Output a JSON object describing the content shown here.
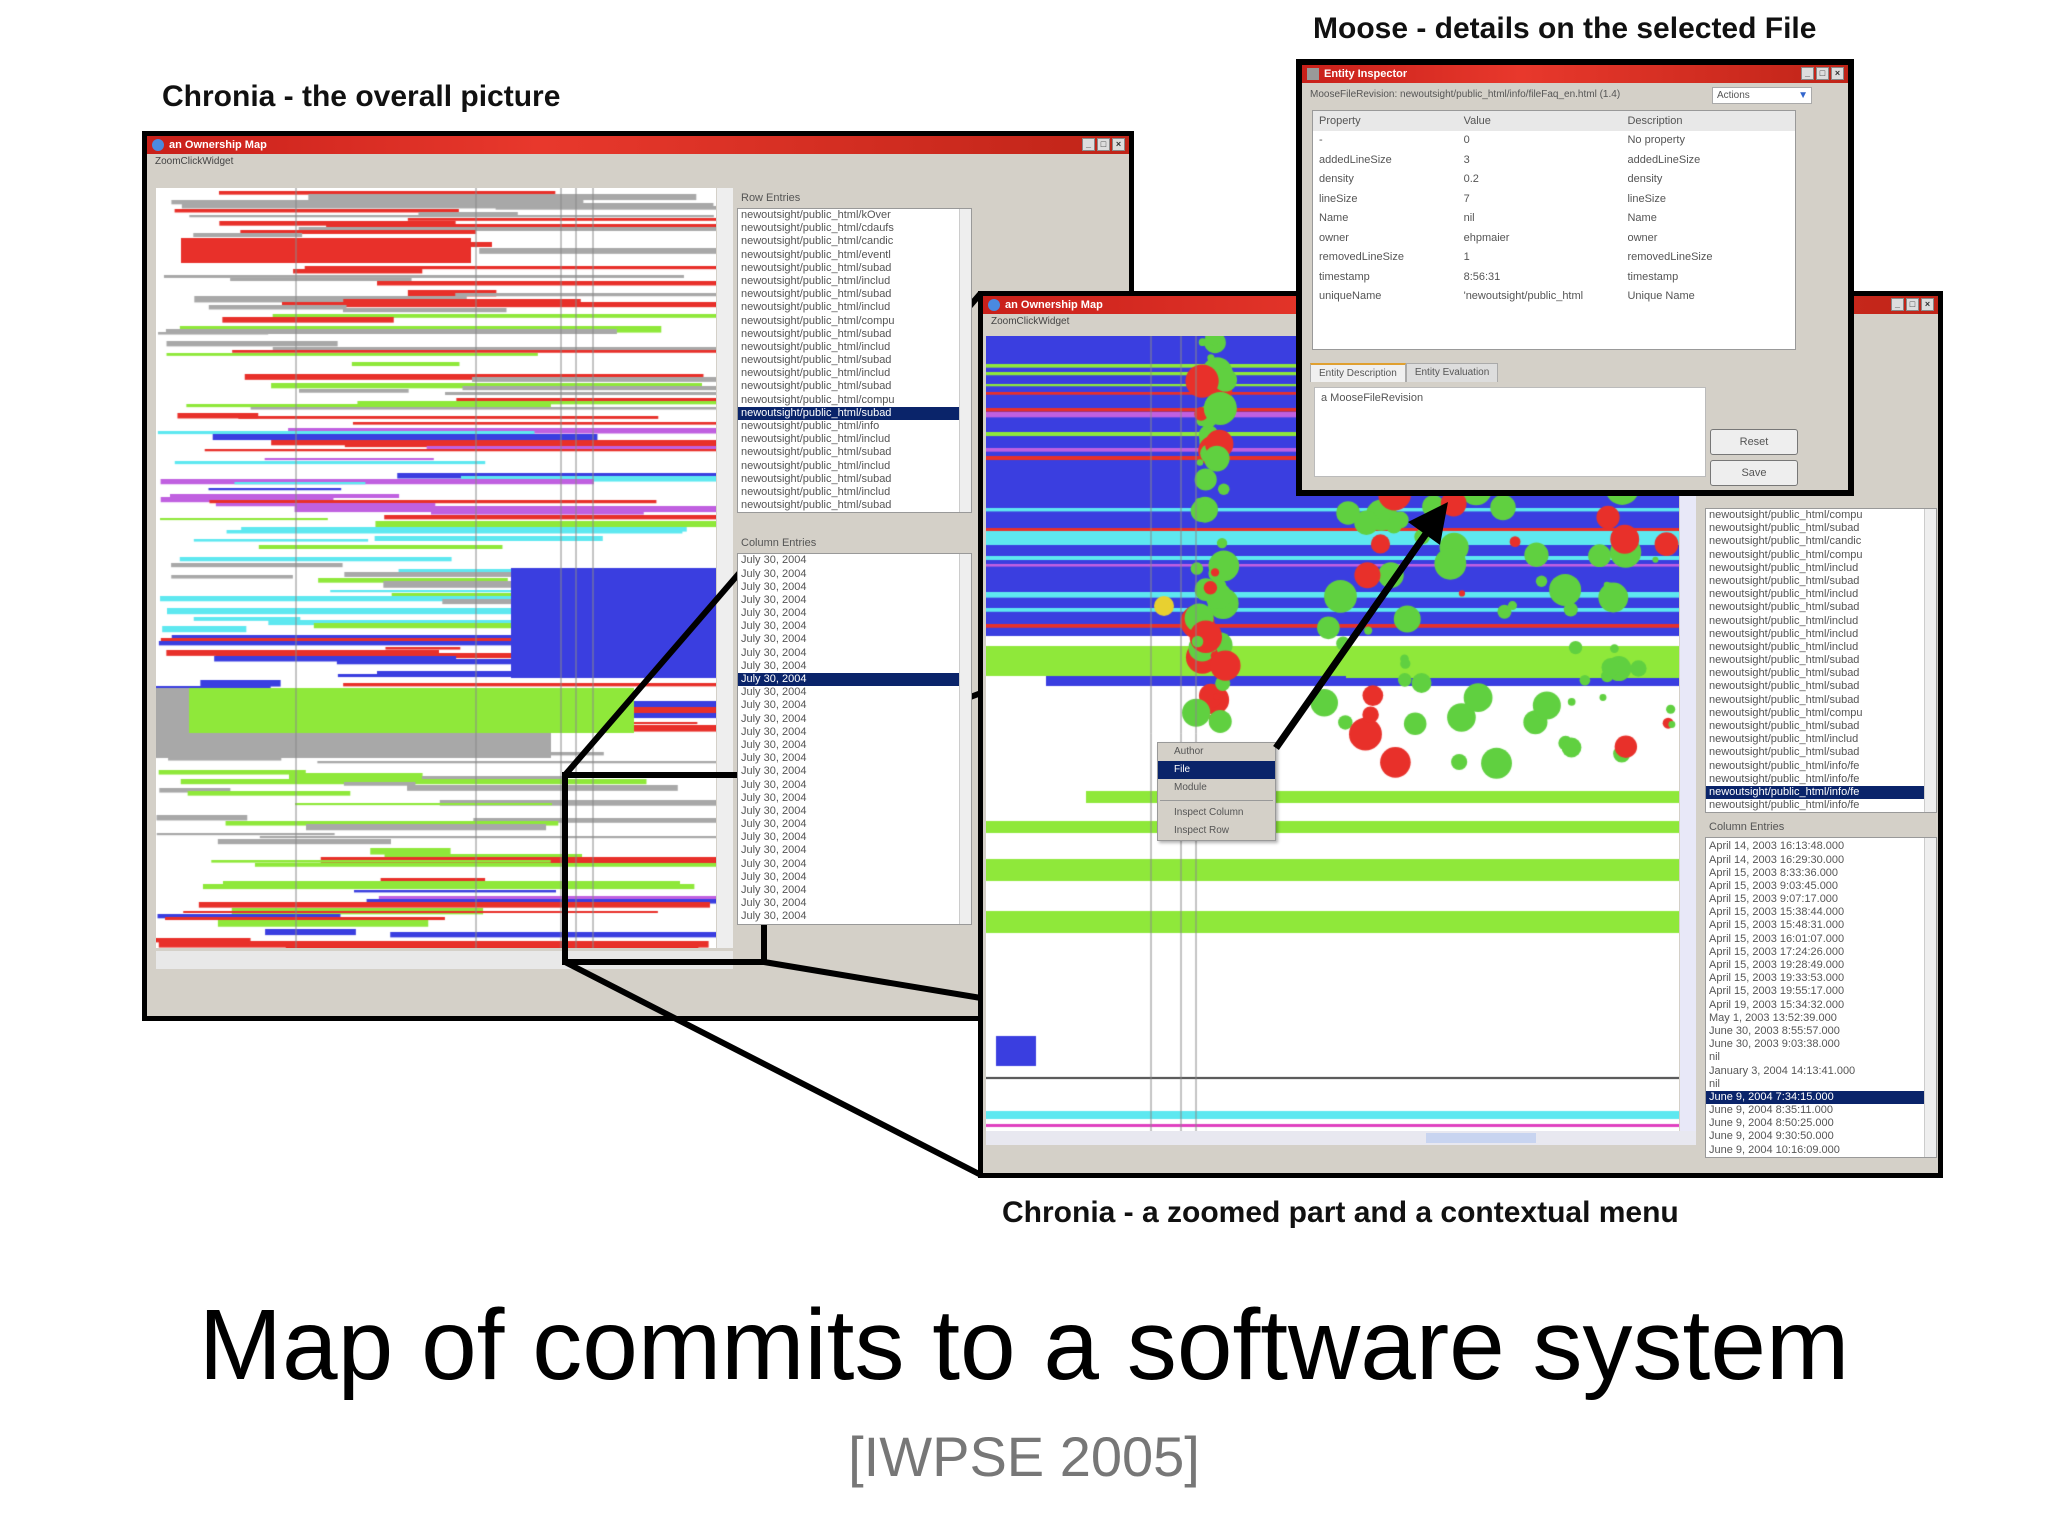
{
  "labels": {
    "moose": "Moose - details on the selected File",
    "overall": "Chronia - the overall picture",
    "zoomed": "Chronia - a zoomed part and a contextual menu"
  },
  "slide": {
    "title": "Map of commits to a software system",
    "citation": "[IWPSE 2005]"
  },
  "colors": {
    "titlebar": "#d42a1e",
    "selection": "#0a246a",
    "map_red": "#e8302a",
    "map_blue": "#3a3ee0",
    "map_green": "#8fe83a",
    "map_cyan": "#5ee8f0",
    "map_gray": "#a8a8a8"
  },
  "overview_window": {
    "title": "an Ownership Map",
    "menu": "ZoomClickWidget",
    "row_entries_label": "Row Entries",
    "row_entries": [
      "newoutsight/public_html/kOver",
      "newoutsight/public_html/cdaufs",
      "newoutsight/public_html/candic",
      "newoutsight/public_html/eventl",
      "newoutsight/public_html/subad",
      "newoutsight/public_html/includ",
      "newoutsight/public_html/subad",
      "newoutsight/public_html/includ",
      "newoutsight/public_html/compu",
      "newoutsight/public_html/subad",
      "newoutsight/public_html/includ",
      "newoutsight/public_html/subad",
      "newoutsight/public_html/includ",
      "newoutsight/public_html/subad",
      "newoutsight/public_html/compu",
      "newoutsight/public_html/subad",
      "newoutsight/public_html/info",
      "newoutsight/public_html/includ",
      "newoutsight/public_html/subad",
      "newoutsight/public_html/includ",
      "newoutsight/public_html/subad",
      "newoutsight/public_html/includ",
      "newoutsight/public_html/subad"
    ],
    "row_selected": 15,
    "column_entries_label": "Column Entries",
    "column_entries": [
      "July 30, 2004",
      "July 30, 2004",
      "July 30, 2004",
      "July 30, 2004",
      "July 30, 2004",
      "July 30, 2004",
      "July 30, 2004",
      "July 30, 2004",
      "July 30, 2004",
      "July 30, 2004",
      "July 30, 2004",
      "July 30, 2004",
      "July 30, 2004",
      "July 30, 2004",
      "July 30, 2004",
      "July 30, 2004",
      "July 30, 2004",
      "July 30, 2004",
      "July 30, 2004",
      "July 30, 2004",
      "July 30, 2004",
      "July 30, 2004",
      "July 30, 2004",
      "July 30, 2004",
      "July 30, 2004",
      "July 30, 2004",
      "July 30, 2004",
      "July 30, 2004"
    ],
    "column_selected": 9
  },
  "zoom_window": {
    "title": "an Ownership Map",
    "menu": "ZoomClickWidget",
    "row_entries": [
      "newoutsight/public_html/compu",
      "newoutsight/public_html/subad",
      "newoutsight/public_html/candic",
      "newoutsight/public_html/compu",
      "newoutsight/public_html/includ",
      "newoutsight/public_html/subad",
      "newoutsight/public_html/includ",
      "newoutsight/public_html/subad",
      "newoutsight/public_html/includ",
      "newoutsight/public_html/includ",
      "newoutsight/public_html/includ",
      "newoutsight/public_html/subad",
      "newoutsight/public_html/subad",
      "newoutsight/public_html/subad",
      "newoutsight/public_html/subad",
      "newoutsight/public_html/compu",
      "newoutsight/public_html/subad",
      "newoutsight/public_html/includ",
      "newoutsight/public_html/subad",
      "newoutsight/public_html/info/fe",
      "newoutsight/public_html/info/fe",
      "newoutsight/public_html/info/fe",
      "newoutsight/public_html/info/fe"
    ],
    "row_selected": 21,
    "column_entries_label": "Column Entries",
    "column_entries": [
      "April 14, 2003 16:13:48.000",
      "April 14, 2003 16:29:30.000",
      "April 15, 2003 8:33:36.000",
      "April 15, 2003 9:03:45.000",
      "April 15, 2003 9:07:17.000",
      "April 15, 2003 15:38:44.000",
      "April 15, 2003 15:48:31.000",
      "April 15, 2003 16:01:07.000",
      "April 15, 2003 17:24:26.000",
      "April 15, 2003 19:28:49.000",
      "April 15, 2003 19:33:53.000",
      "April 15, 2003 19:55:17.000",
      "April 19, 2003 15:34:32.000",
      "May 1, 2003 13:52:39.000",
      "June 30, 2003 8:55:57.000",
      "June 30, 2003 9:03:38.000",
      "nil",
      "January 3, 2004 14:13:41.000",
      "nil",
      "June 9, 2004 7:34:15.000",
      "June 9, 2004 8:35:11.000",
      "June 9, 2004 8:50:25.000",
      "June 9, 2004 9:30:50.000",
      "June 9, 2004 10:16:09.000"
    ],
    "column_selected": 19,
    "context_menu": [
      "Author",
      "File",
      "Module",
      "Inspect Column",
      "Inspect Row"
    ],
    "context_selected": 1
  },
  "inspector": {
    "title": "Entity Inspector",
    "path": "MooseFileRevision: newoutsight/public_html/info/fileFaq_en.html (1.4)",
    "actions": "Actions",
    "headers": [
      "Property",
      "Value",
      "Description"
    ],
    "rows": [
      [
        "-",
        "0",
        "No property"
      ],
      [
        "addedLineSize",
        "3",
        "addedLineSize"
      ],
      [
        "density",
        "0.2",
        "density"
      ],
      [
        "lineSize",
        "7",
        "lineSize"
      ],
      [
        "Name",
        "nil",
        "Name"
      ],
      [
        "owner",
        "ehpmaier",
        "owner"
      ],
      [
        "removedLineSize",
        "1",
        "removedLineSize"
      ],
      [
        "timestamp",
        "8:56:31",
        "timestamp"
      ],
      [
        "uniqueName",
        "'newoutsight/public_html",
        "Unique Name"
      ]
    ],
    "tabs": [
      "Entity Description",
      "Entity Evaluation"
    ],
    "description": "a MooseFileRevision",
    "reset": "Reset",
    "save": "Save"
  }
}
